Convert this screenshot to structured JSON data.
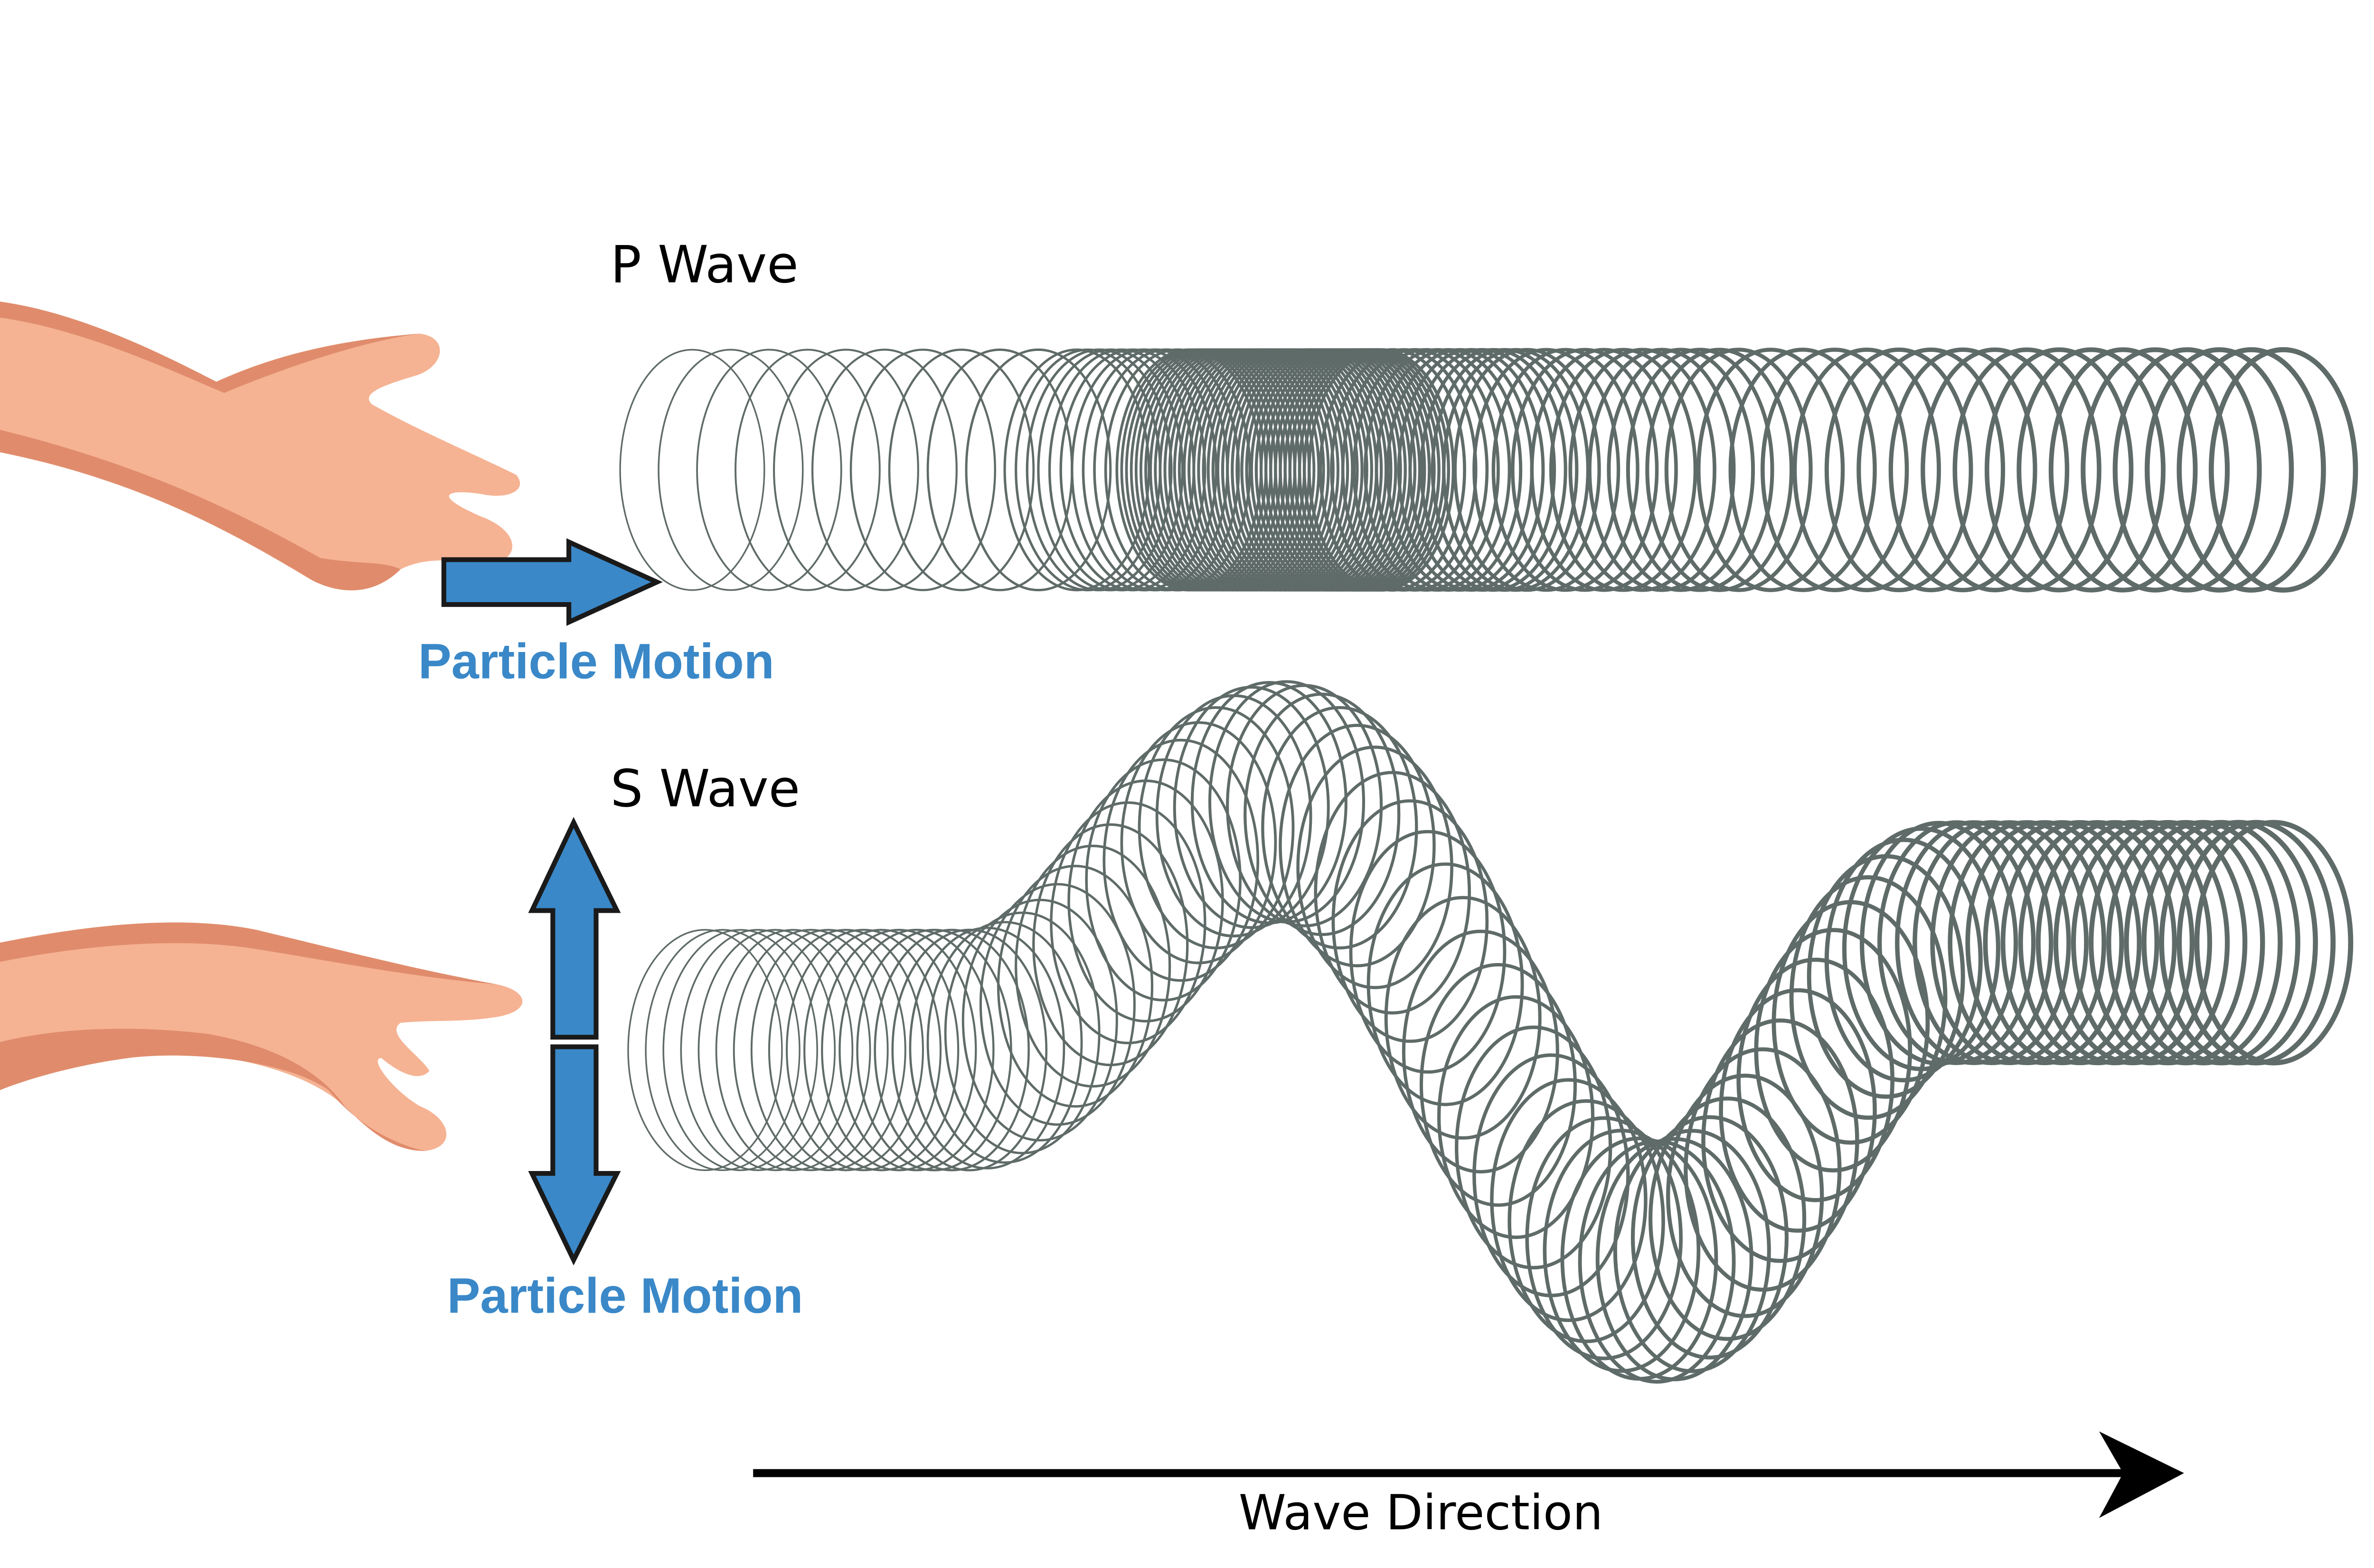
{
  "p_wave": {
    "title": "P Wave",
    "particle_motion_label": "Particle Motion"
  },
  "s_wave": {
    "title": "S Wave",
    "particle_motion_label": "Particle Motion"
  },
  "wave_direction_label": "Wave Direction",
  "colors": {
    "arrow_blue": "#3a88c8",
    "spring": "#5f6b68",
    "skin_light": "#f5b393",
    "skin_dark": "#e08c6c",
    "text": "#000000"
  }
}
